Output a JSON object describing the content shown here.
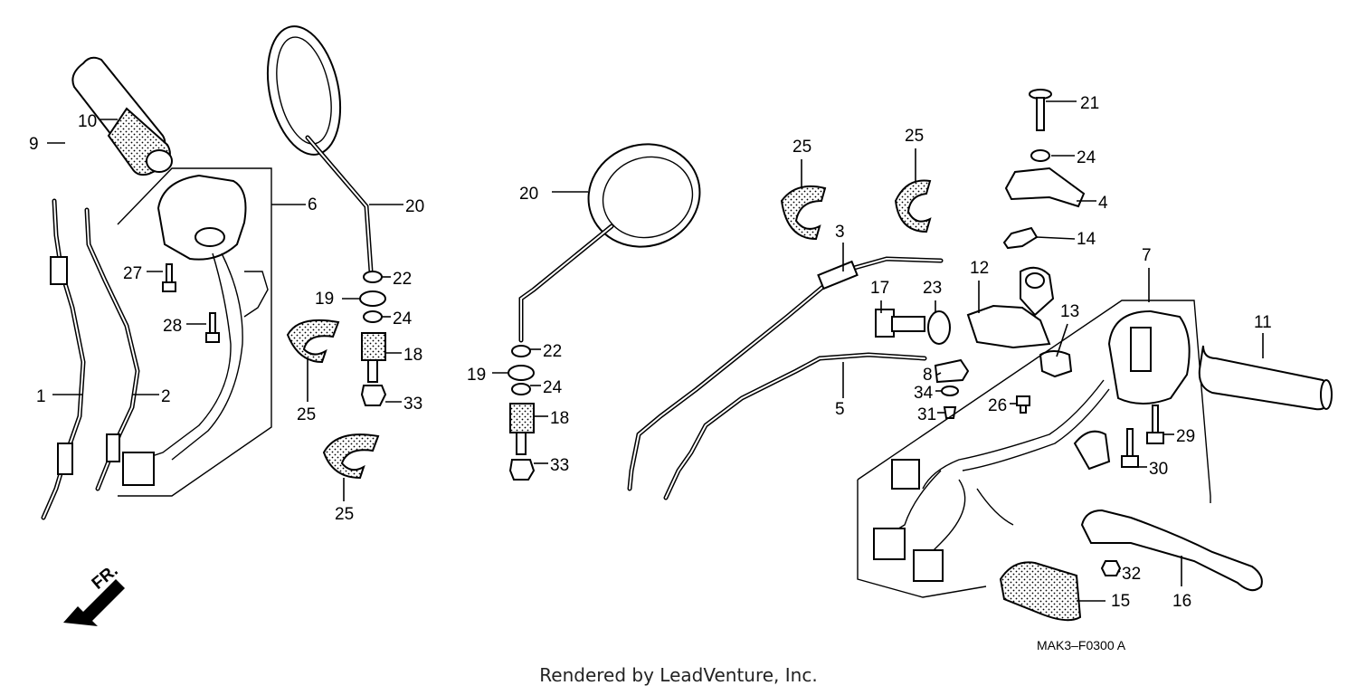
{
  "diagram": {
    "part_numbers": [
      "1",
      "2",
      "3",
      "4",
      "5",
      "6",
      "7",
      "8",
      "9",
      "10",
      "11",
      "12",
      "13",
      "14",
      "15",
      "16",
      "17",
      "18",
      "18",
      "19",
      "19",
      "20",
      "20",
      "21",
      "22",
      "22",
      "23",
      "24",
      "24",
      "24",
      "25",
      "25",
      "25",
      "25",
      "26",
      "27",
      "28",
      "29",
      "30",
      "31",
      "32",
      "33",
      "33",
      "34"
    ],
    "direction_marker": "FR.",
    "diagram_code": "MAK3–F0300 A"
  },
  "footer": {
    "credit": "Rendered by LeadVenture, Inc."
  }
}
